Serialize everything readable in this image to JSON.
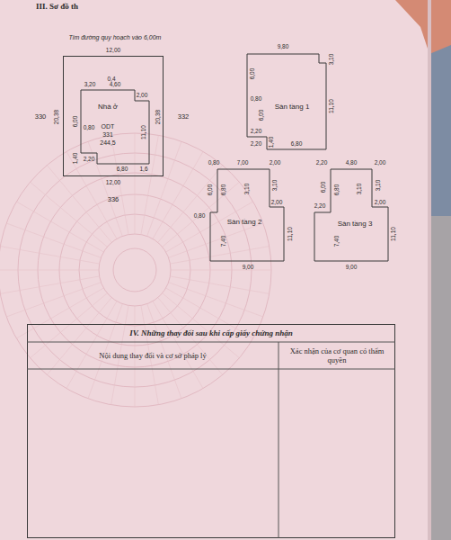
{
  "diagram": {
    "title": "III. Sơ đồ th",
    "nodes": [
      {
        "text": [
          "ODT",
          "331",
          "244,5"
        ]
      },
      {
        "text": [
          "Nhà ở"
        ],
        "in": 0
      },
      {
        "text": [
          "Sàn tầng 1"
        ]
      },
      {
        "text": [
          "Sàn tầng 2"
        ]
      },
      {
        "text": [
          "Sàn tầng 3"
        ]
      },
      {
        "text": [
          "IV. Những thay đổi sau khi cấp giấy chứng nhận"
        ]
      },
      {
        "text": [
          "Nội dung thay đổi và cơ sở pháp lý"
        ],
        "in": 5
      },
      {
        "text": [
          "Xác nhận của cơ quan có thẩm quyền"
        ],
        "in": 5
      }
    ],
    "labels": [
      "Tim đường quy hoạch vào 6,00m",
      "12,00",
      "0,4",
      "3,20",
      "4,60",
      "2,00",
      "20,38",
      "20,38",
      "6,00",
      "0,80",
      "11,10",
      "1,40",
      "2,20",
      "6,80",
      "1,6",
      "12,00",
      "330",
      "332",
      "336",
      "9,80",
      "6,00",
      "0,80",
      "6,00",
      "2,20",
      "1,40",
      "2,20",
      "6,80",
      "3,10",
      "11,10",
      "0,80",
      "7,00",
      "2,00",
      "6,00",
      "6,80",
      "3,10",
      "3,10",
      "2,00",
      "0,80",
      "11,10",
      "7,40",
      "9,00",
      "2,20",
      "4,80",
      "2,00",
      "6,00",
      "6,80",
      "3,10",
      "3,10",
      "2,00",
      "2,20",
      "11,10",
      "7,40",
      "9,00"
    ]
  }
}
